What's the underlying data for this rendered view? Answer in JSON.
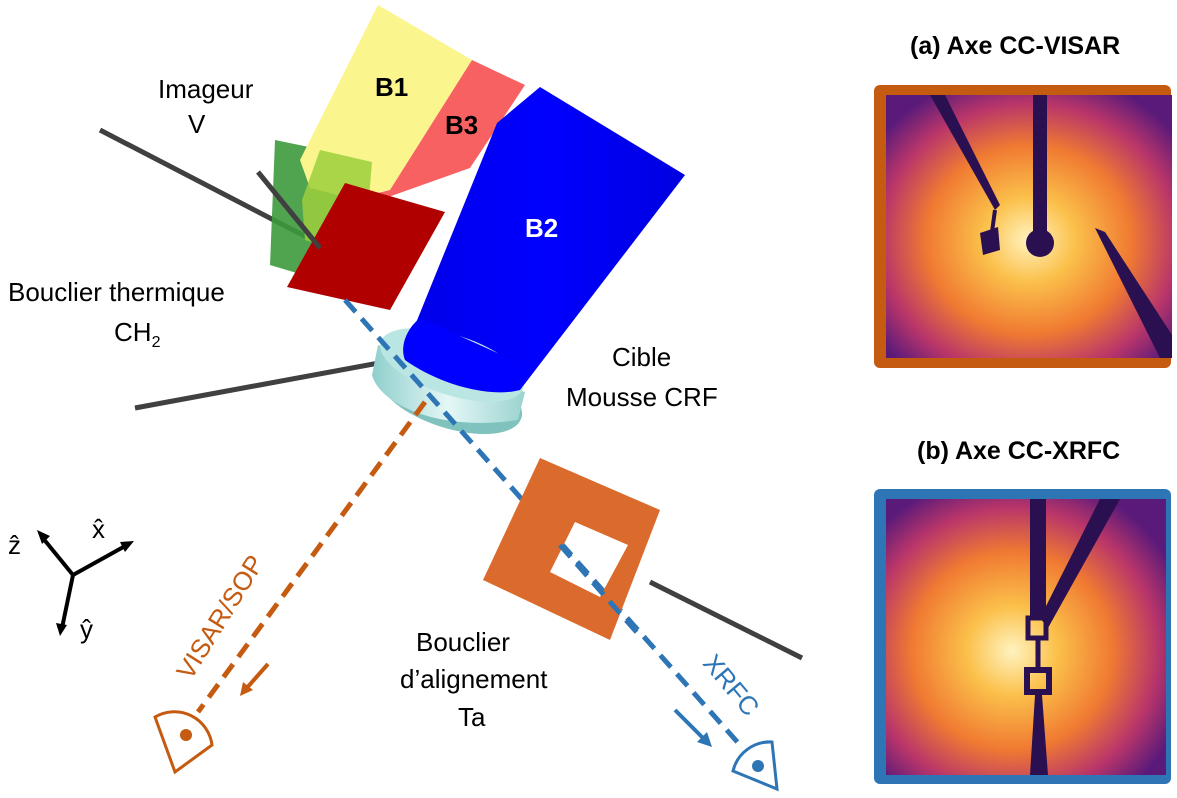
{
  "labels": {
    "imager_line1": "Imageur",
    "imager_line2": "V",
    "shield_line1": "Bouclier thermique",
    "shield_line2_base": "CH",
    "shield_line2_sub": "2",
    "target_line1": "Cible",
    "target_line2": "Mousse CRF",
    "align_line1": "Bouclier",
    "align_line2": "d’alignement",
    "align_line3": "Ta",
    "visar_axis": "VISAR/SOP",
    "xrfc_axis": "XRFC"
  },
  "beams": {
    "b1": "B1",
    "b2": "B2",
    "b3": "B3"
  },
  "axes": {
    "z": "ẑ",
    "x": "x̂",
    "y": "ŷ"
  },
  "panels": {
    "a_title": "(a) Axe CC-VISAR",
    "b_title": "(b) Axe CC-XRFC"
  },
  "colors": {
    "beam_b1": "#fbf58e",
    "beam_b3": "#f76161",
    "beam_b2": "#0000ff",
    "shield_red": "#b00000",
    "imager_green": "#3d9a3d",
    "align_orange": "#db6b2c",
    "visar_orange": "#c55a11",
    "xrfc_blue": "#2e75b6",
    "target_cyan": "#b9e6e3"
  }
}
